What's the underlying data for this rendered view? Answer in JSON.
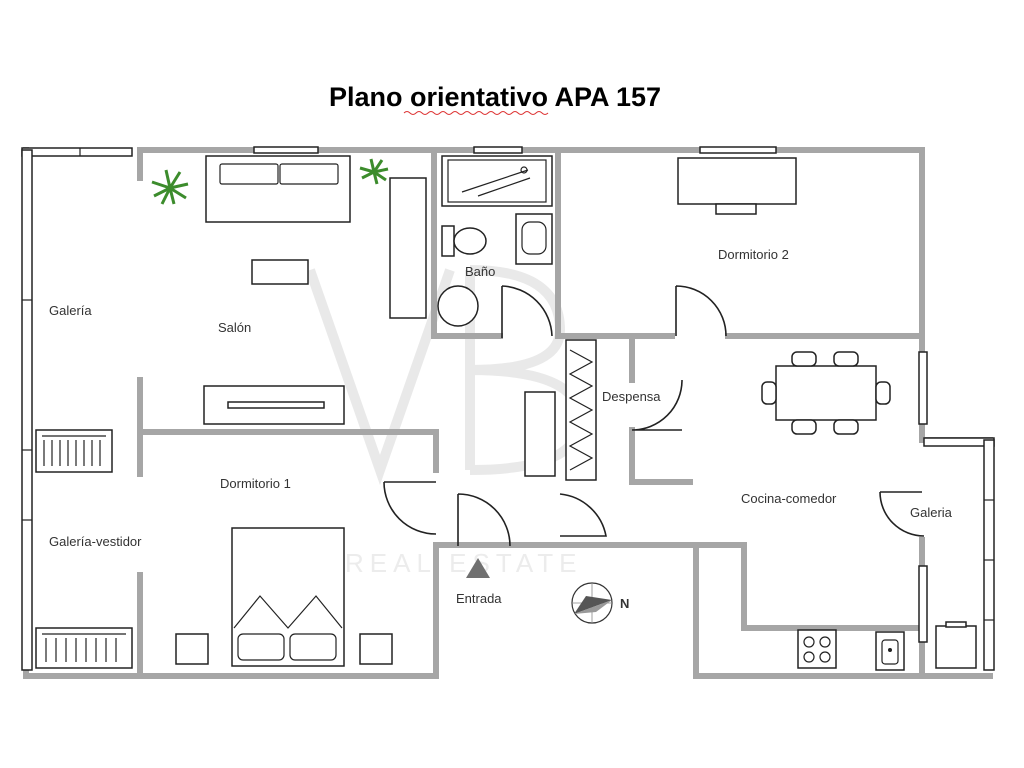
{
  "title": "Plano orientativo APA 157",
  "rooms": {
    "galeria_left": "Galería",
    "salon": "Salón",
    "bano": "Baño",
    "dormitorio2": "Dormitorio 2",
    "despensa": "Despensa",
    "dormitorio1": "Dormitorio 1",
    "cocina_comedor": "Cocina-comedor",
    "galeria_right": "Galeria",
    "galeria_vestidor": "Galería-vestidor",
    "entrada": "Entrada"
  },
  "compass_label": "N",
  "watermark": "REAL ESTATE",
  "colors": {
    "wall": "#a6a6a6",
    "plant": "#3c8c2c",
    "ink": "#222222"
  }
}
